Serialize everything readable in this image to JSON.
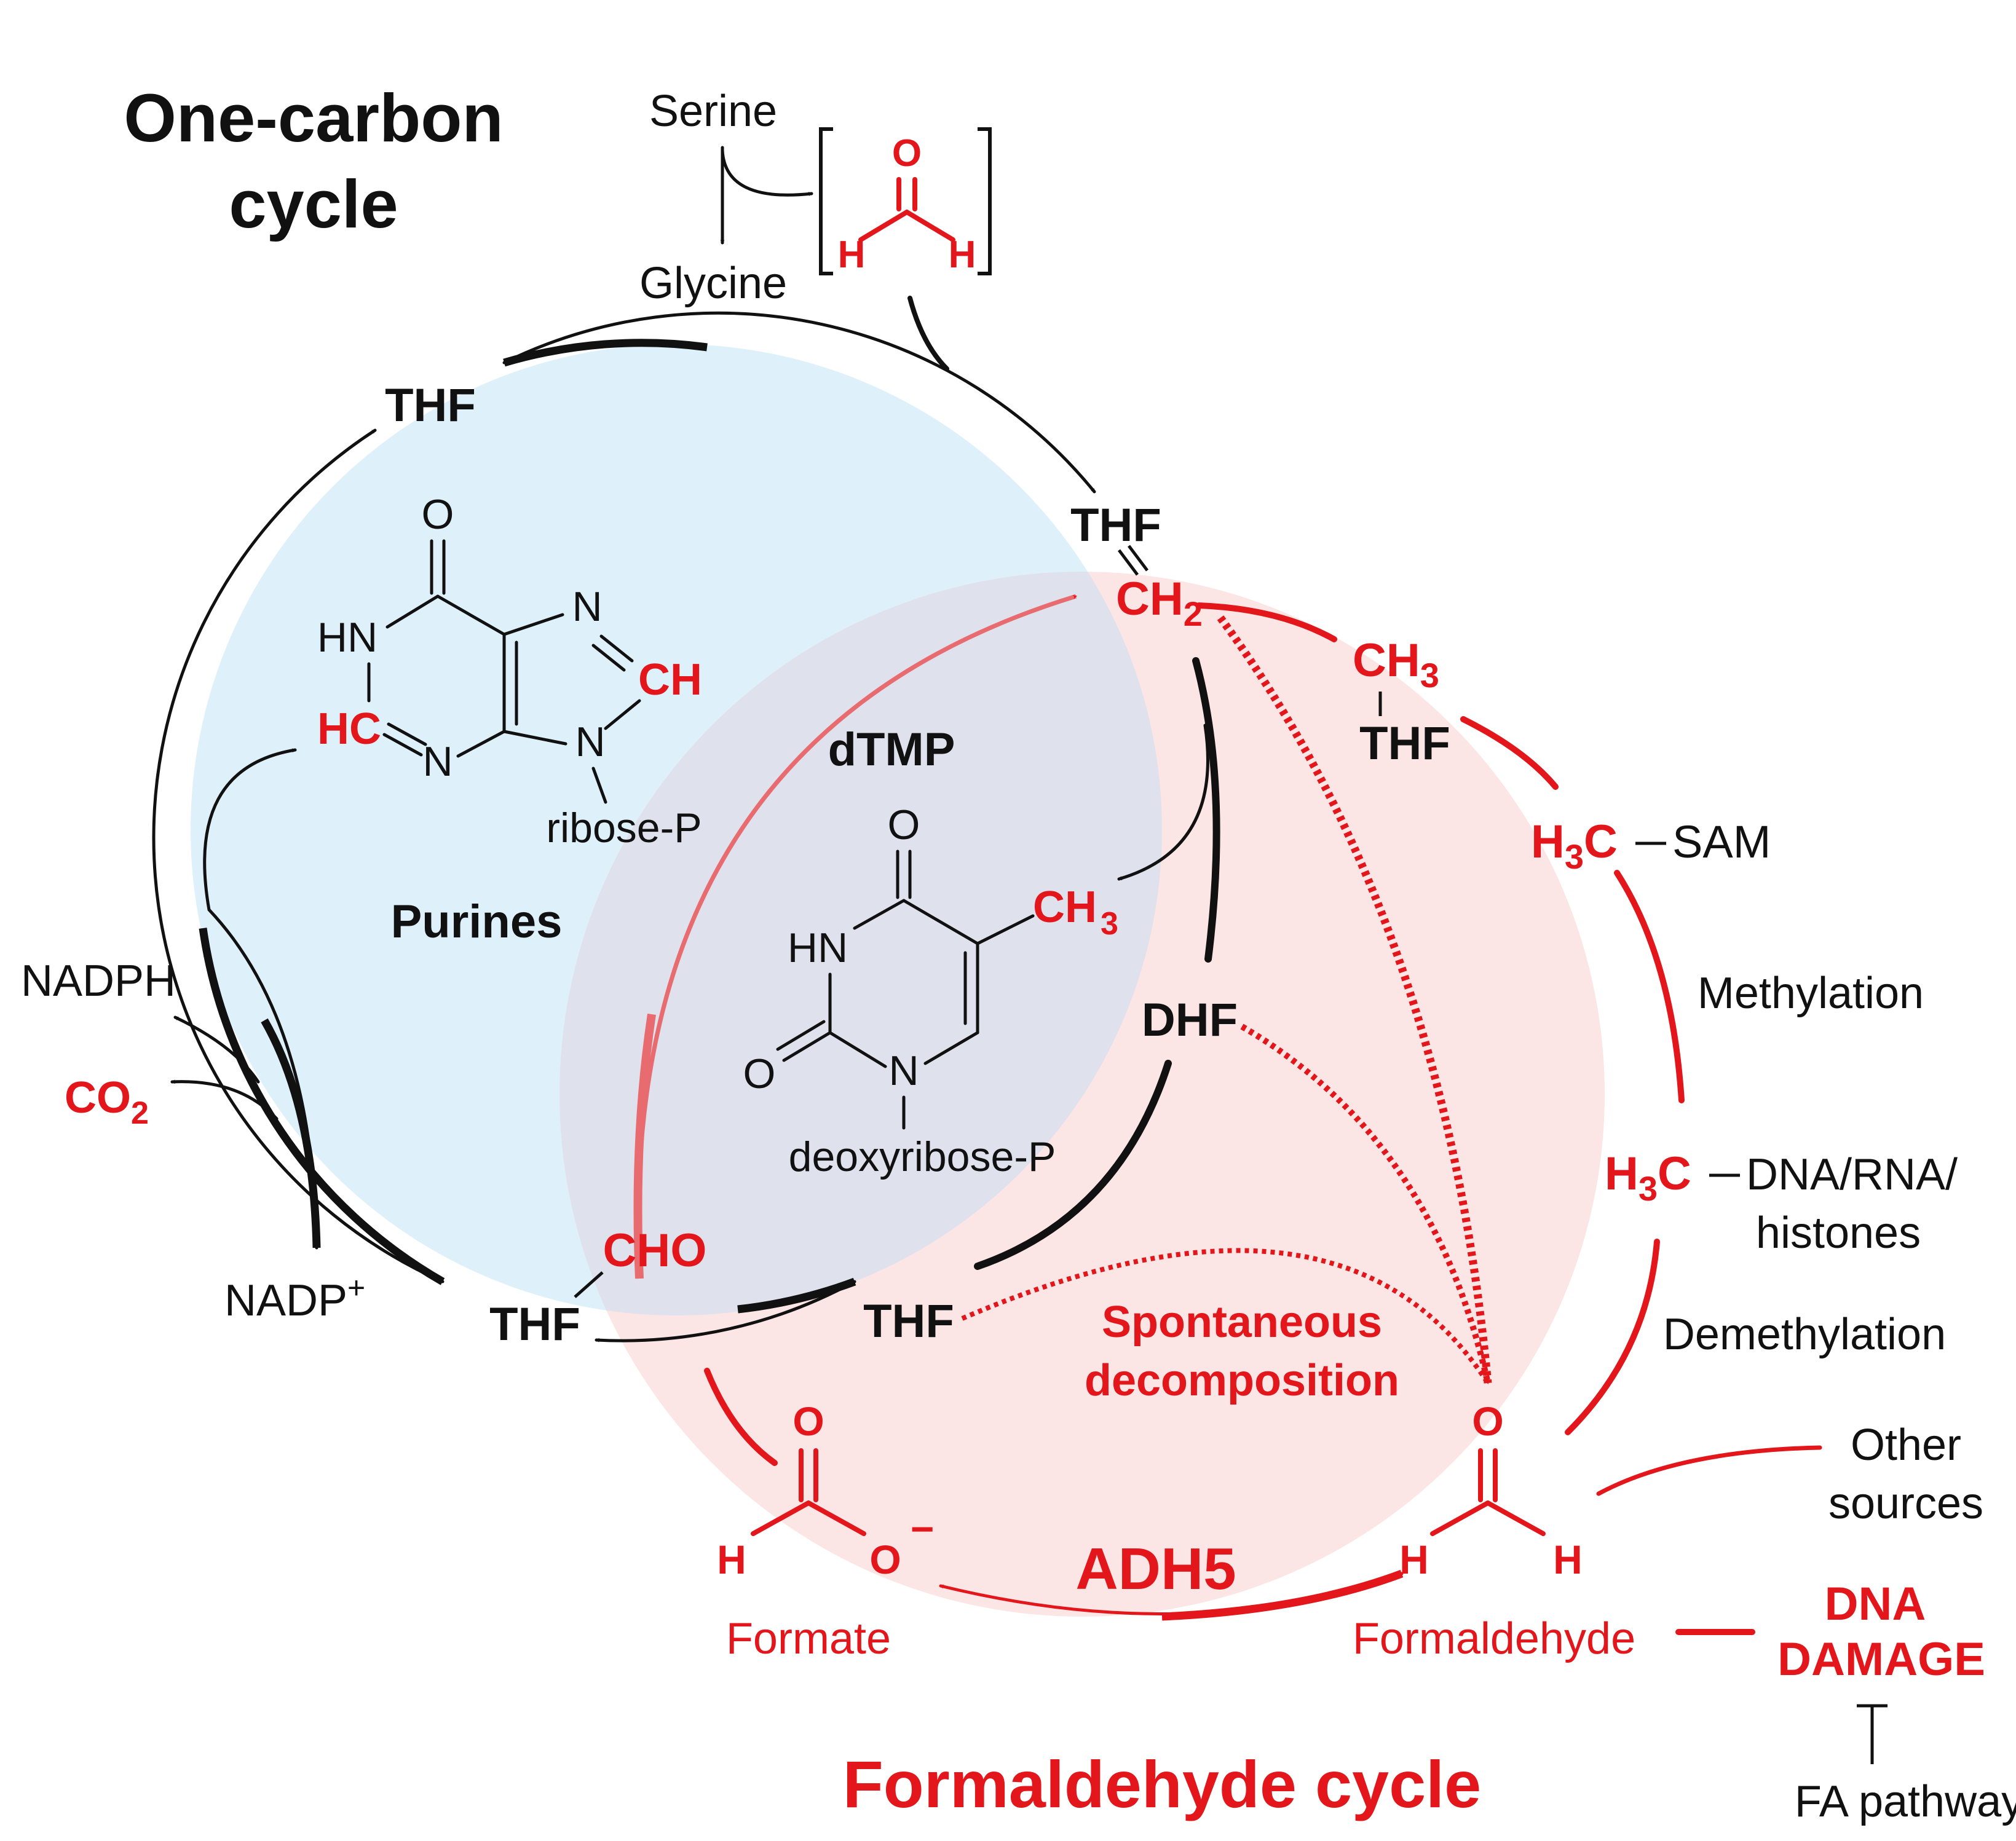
{
  "titles": {
    "one_carbon_line1": "One-carbon",
    "one_carbon_line2": "cycle",
    "formaldehyde_cycle": "Formaldehyde cycle"
  },
  "inputs": {
    "serine": "Serine",
    "glycine": "Glycine",
    "nadph": "NADPH",
    "co2": "CO",
    "co2_sub": "2",
    "nadp": "NADP",
    "nadp_sup": "+",
    "other_sources_1": "Other",
    "other_sources_2": "sources"
  },
  "intermediates": {
    "thf_top": "THF",
    "thf_ch2": "THF",
    "ch2": "CH",
    "ch2_sub": "2",
    "ch3": "CH",
    "ch3_sub": "3",
    "ch3_thf": "THF",
    "dhf": "DHF",
    "thf_bottom": "THF",
    "thf_cho": "THF",
    "cho": "CHO"
  },
  "methyl_pathway": {
    "h3c": "H",
    "h3c_sub": "3",
    "h3c_c": "C",
    "sam": "SAM",
    "methylation": "Methylation",
    "dna_rna": "DNA/RNA/",
    "histones": "histones",
    "demethylation": "Demethylation"
  },
  "products": {
    "purines": "Purines",
    "dtmp": "dTMP",
    "ribose_p": "ribose-P",
    "deoxyribose_p": "deoxyribose-P"
  },
  "formaldehyde": {
    "label": "Formaldehyde",
    "spontaneous_1": "Spontaneous",
    "spontaneous_2": "decomposition",
    "adh5": "ADH5",
    "formate": "Formate",
    "dna_damage_1": "DNA",
    "dna_damage_2": "DAMAGE",
    "fa_pathway": "FA pathway"
  },
  "atoms": {
    "O": "O",
    "H": "H",
    "N": "N",
    "HN": "HN",
    "CH": "CH",
    "HC": "HC",
    "O_minus": "−"
  },
  "colors": {
    "red": "#e3171b",
    "black": "#111111",
    "blue_fill": "#def0fa",
    "pink_fill": "#fce5e5",
    "overlap_fill": "#dfe1ed"
  }
}
